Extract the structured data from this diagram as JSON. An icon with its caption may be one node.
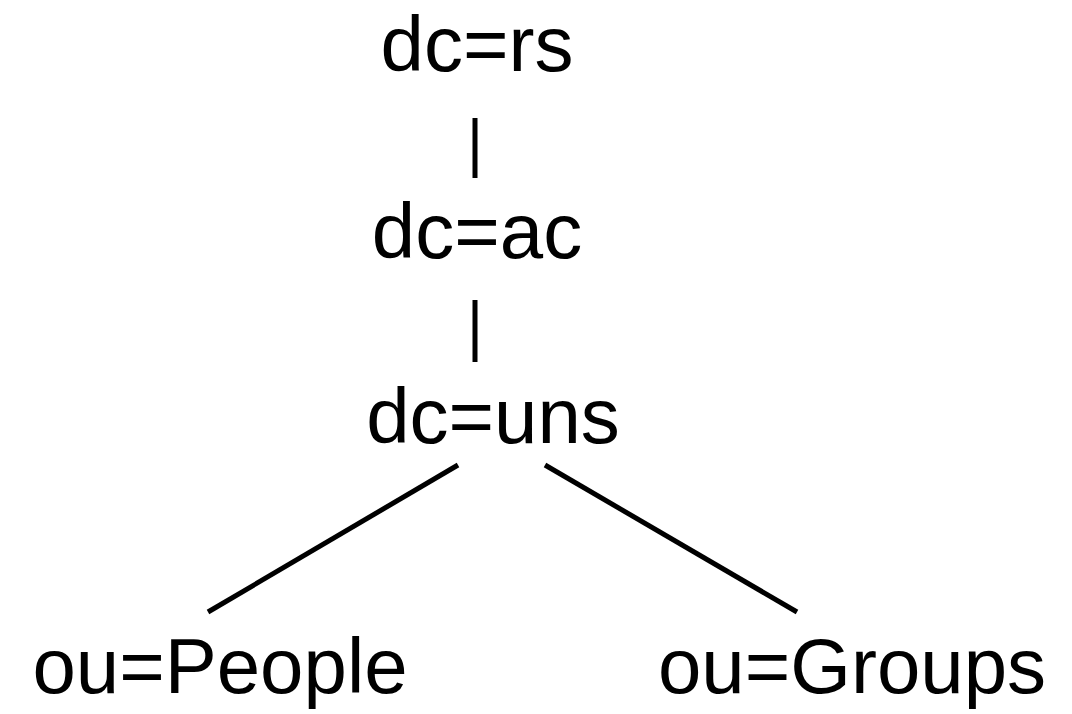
{
  "diagram": {
    "nodes": [
      {
        "text": [
          "dc=rs"
        ]
      },
      {
        "text": [
          "dc=ac"
        ]
      },
      {
        "text": [
          "dc=uns"
        ]
      },
      {
        "text": [
          "ou=People"
        ]
      },
      {
        "text": [
          "ou=Groups"
        ]
      }
    ],
    "edges": [
      {
        "from": 0,
        "to": 1,
        "arrow": "none"
      },
      {
        "from": 1,
        "to": 2,
        "arrow": "none"
      },
      {
        "from": 2,
        "to": 3,
        "arrow": "none"
      },
      {
        "from": 2,
        "to": 4,
        "arrow": "none"
      }
    ]
  }
}
